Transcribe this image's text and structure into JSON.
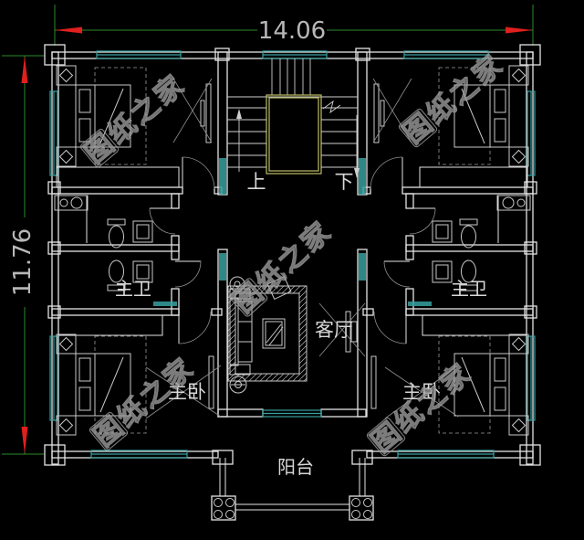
{
  "colors": {
    "background": "#000000",
    "wall": "#e3e3e3",
    "furniture": "#c9c9c9",
    "window": "#37a0a0",
    "dimension": "#2d8a2d",
    "arrow": "#e01f1f",
    "stairwell": "#bdbd63",
    "label": "#d8d8d8",
    "watermark": "#9c9c9c"
  },
  "dimensions": {
    "width": "14.06",
    "height": "11.76"
  },
  "stairs": {
    "up": "上",
    "down": "下"
  },
  "rooms": {
    "living_room": "客厅",
    "balcony": "阳台",
    "master_bath_left": "主卫",
    "master_bath_right": "主卫",
    "master_bedroom_left": "主卧",
    "master_bedroom_right": "主卧"
  },
  "watermark": {
    "text": "图纸之家"
  }
}
